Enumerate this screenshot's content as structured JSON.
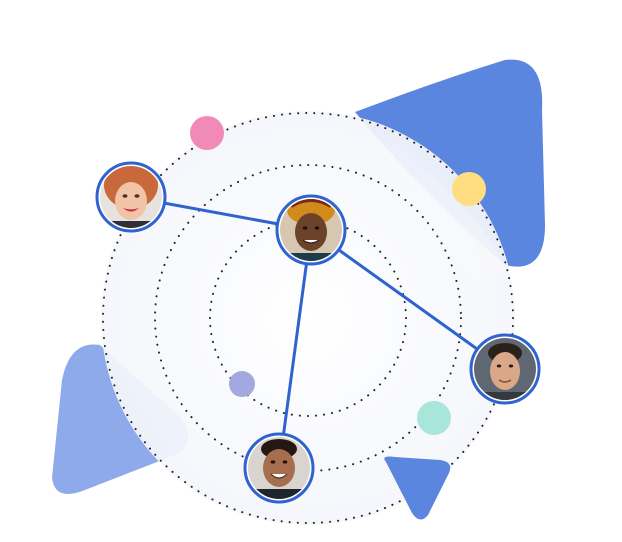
{
  "illustration": {
    "colors": {
      "background": "#ffffff",
      "disc": "#fafbfd",
      "triangle_large": "#5b86e0",
      "triangle_left": "#8eaaea",
      "triangle_small": "#5b86e0",
      "link_line": "#2f63cf",
      "avatar_ring": "#2f63cf",
      "dot_ring": "#222222"
    },
    "people": [
      {
        "id": "woman-red-hair",
        "icon": "avatar-woman-red-hair"
      },
      {
        "id": "woman-headwrap",
        "icon": "avatar-woman-headwrap"
      },
      {
        "id": "man-right",
        "icon": "avatar-man-short-hair"
      },
      {
        "id": "man-bottom",
        "icon": "avatar-man-smiling"
      }
    ],
    "connections": [
      {
        "from": "woman-headwrap",
        "to": "woman-red-hair"
      },
      {
        "from": "woman-headwrap",
        "to": "man-right"
      },
      {
        "from": "woman-headwrap",
        "to": "man-bottom"
      }
    ],
    "accent_dots": [
      {
        "icon": "pink-dot",
        "color": "#f28ab8"
      },
      {
        "icon": "yellow-dot",
        "color": "#ffdd80"
      },
      {
        "icon": "lavender-dot",
        "color": "#a3a8e0"
      },
      {
        "icon": "mint-dot",
        "color": "#a8e6dc"
      }
    ]
  }
}
